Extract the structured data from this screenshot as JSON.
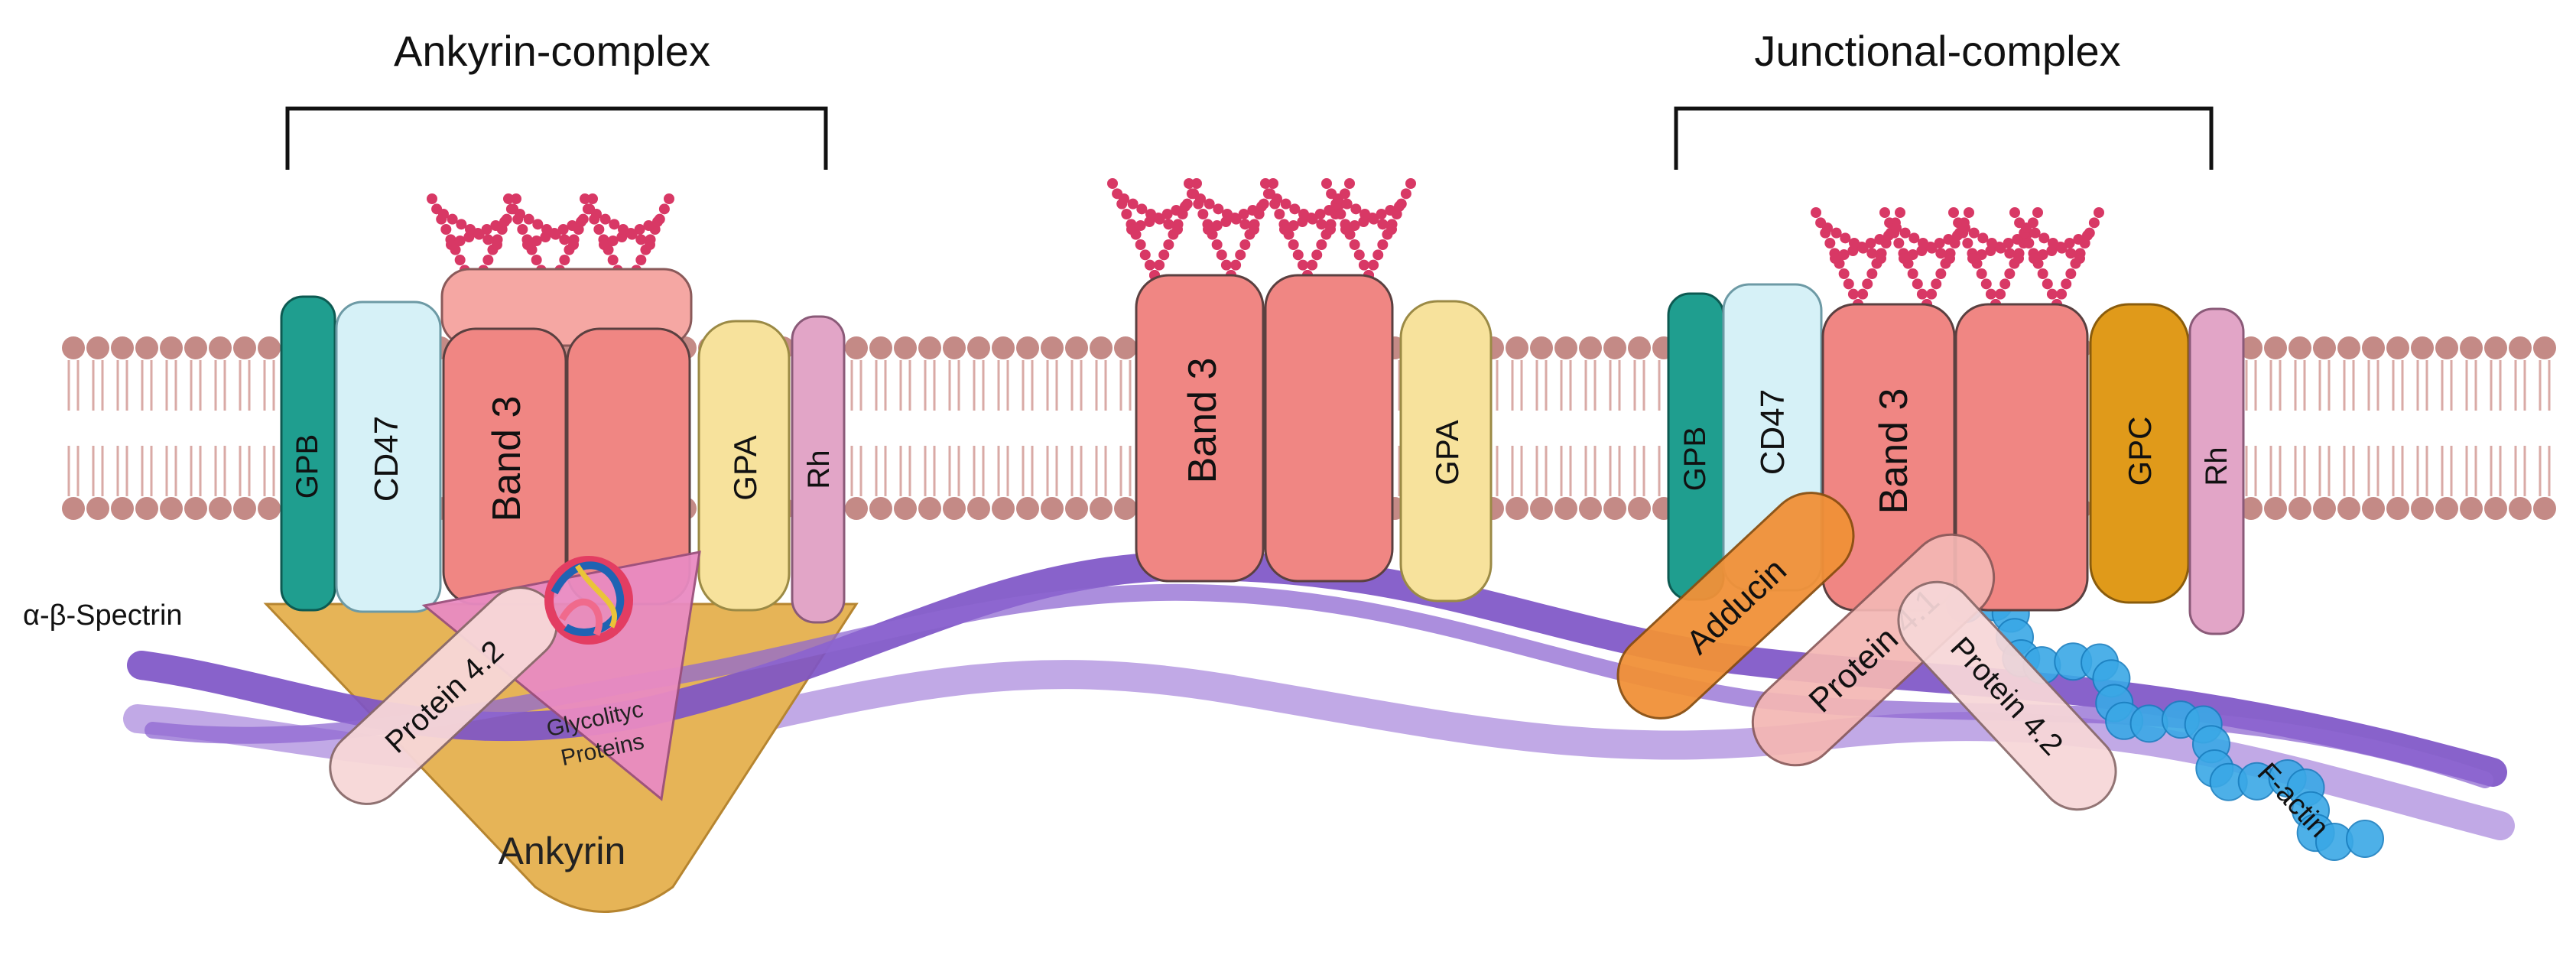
{
  "labels": {
    "ankyrin_complex": "Ankyrin-complex",
    "junctional_complex": "Junctional-complex",
    "spectrin": "α-β-Spectrin",
    "band3": "Band 3",
    "gpb": "GPB",
    "cd47": "CD47",
    "gpa": "GPA",
    "gpc": "GPC",
    "rh": "Rh",
    "protein_4_2": "Protein 4.2",
    "protein_4_1": "Protein 4.1",
    "glycolytic_line1": "Glycolityc",
    "glycolytic_line2": "Proteins",
    "ankyrin": "Ankyrin",
    "adducin": "Adducin",
    "f_actin": "F-actin"
  },
  "colors": {
    "lipid_head": "#c48a86",
    "lipid_tail": "#d9aaa6",
    "band3": "#f08683",
    "band3_top": "#f5a7a3",
    "band3_stroke": "#5a4040",
    "gpb": "#1f9e8f",
    "cd47": "#d6f1f7",
    "gpa": "#f7e29c",
    "gpc": "#e09a1a",
    "rh": "#e2a5c7",
    "ankyrin": "#e6b457",
    "glycolytic": "#e98bc2",
    "protein_4_2": "#f7d7d8",
    "protein_4_1": "#f4b7b4",
    "adducin": "#f19138",
    "spectrin_dark": "#7e55c7",
    "spectrin_light": "#b69ae2",
    "f_actin": "#3aa8e6",
    "glycan": "#d83865"
  }
}
